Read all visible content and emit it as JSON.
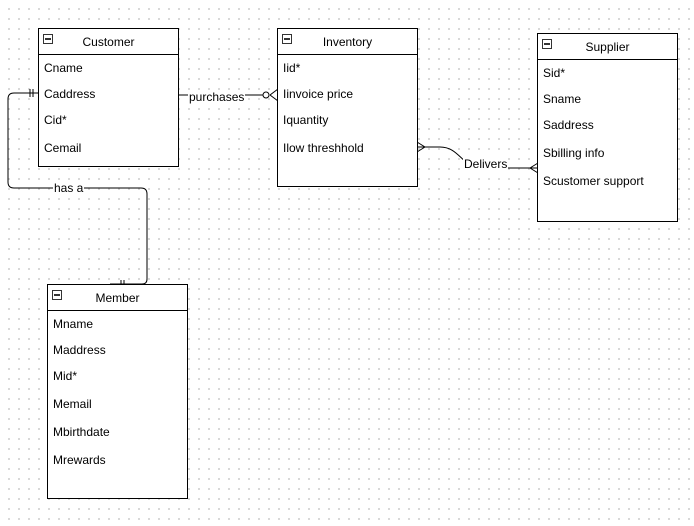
{
  "entities": {
    "customer": {
      "title": "Customer",
      "attributes": [
        "Cname",
        "Caddress",
        "Cid*",
        "Cemail"
      ]
    },
    "inventory": {
      "title": "Inventory",
      "attributes": [
        "Iid*",
        "Iinvoice price",
        "Iquantity",
        "Ilow threshhold"
      ]
    },
    "supplier": {
      "title": "Supplier",
      "attributes": [
        "Sid*",
        "Sname",
        "Saddress",
        "Sbilling info",
        "Scustomer support"
      ]
    },
    "member": {
      "title": "Member",
      "attributes": [
        "Mname",
        "Maddress",
        "Mid*",
        "Memail",
        "Mbirthdate",
        "Mrewards"
      ]
    }
  },
  "relationships": {
    "purchases": "purchases",
    "delivers": "Delivers",
    "has_a": "has a"
  }
}
